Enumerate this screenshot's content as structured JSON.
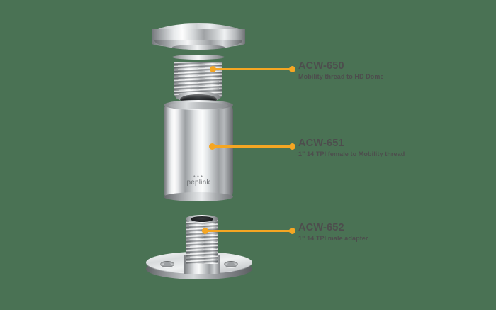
{
  "scene": {
    "background_color": "#4a7254",
    "accent_color": "#f5a623",
    "text_color": "#4d4d4d"
  },
  "logo": {
    "dots": "•••",
    "word": "peplink"
  },
  "callouts": [
    {
      "title": "ACW-650",
      "subtitle": "Mobility thread to HD Dome",
      "part_name": "top-flange-thread-adapter"
    },
    {
      "title": "ACW-651",
      "subtitle": "1\" 14 TPI female to Mobility thread",
      "part_name": "chrome-extension-tube"
    },
    {
      "title": "ACW-652",
      "subtitle": "1\" 14 TPI male adapter",
      "part_name": "base-plate-male-adapter"
    }
  ]
}
